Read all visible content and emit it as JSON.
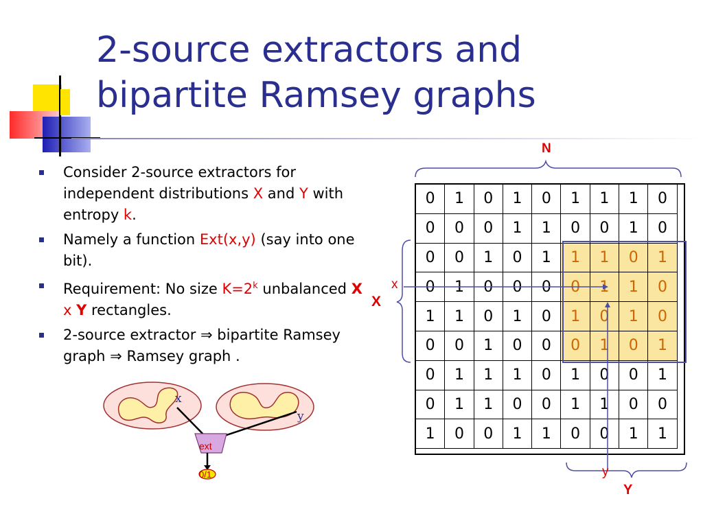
{
  "title": {
    "line1": "2-source extractors and",
    "line2": "bipartite Ramsey graphs"
  },
  "bullets": [
    {
      "t1": "Consider 2-source extractors for independent distributions ",
      "x": "X",
      "t2": " and ",
      "y": "Y",
      "t3": " with entropy ",
      "k": "k",
      "t4": "."
    },
    {
      "t1": "Namely a function ",
      "fn": "Ext(x,y)",
      "t2": " (say into one bit)."
    },
    {
      "t1": "Requirement: No size ",
      "kexpr": "K=2",
      "ksup": "k",
      "t2": " unbalanced ",
      "x": "X",
      "xmid": " x ",
      "y": "Y",
      "t3": " rectangles."
    },
    {
      "t1": "2-source extractor ",
      "arrow1": "⇒",
      "t2": " bipartite Ramsey graph ",
      "arrow2": "⇒",
      "t3": " Ramsey graph ."
    }
  ],
  "diagram": {
    "x_label": "x",
    "y_label": "y",
    "ext_label": "ext",
    "out_label": "0/1"
  },
  "matrix": {
    "n_label": "N",
    "x_big": "X",
    "x_small": "x",
    "y_big": "Y",
    "y_small": "y",
    "rows": [
      [
        "0",
        "1",
        "0",
        "1",
        "0",
        "1",
        "1",
        "1",
        "0"
      ],
      [
        "0",
        "0",
        "0",
        "1",
        "1",
        "0",
        "0",
        "1",
        "0"
      ],
      [
        "0",
        "0",
        "1",
        "0",
        "1",
        "1",
        "1",
        "0",
        "1"
      ],
      [
        "0",
        "1",
        "0",
        "0",
        "0",
        "0",
        "1",
        "1",
        "0"
      ],
      [
        "1",
        "1",
        "0",
        "1",
        "0",
        "1",
        "0",
        "1",
        "0"
      ],
      [
        "0",
        "0",
        "1",
        "0",
        "0",
        "0",
        "1",
        "0",
        "1"
      ],
      [
        "0",
        "1",
        "1",
        "1",
        "0",
        "1",
        "0",
        "0",
        "1"
      ],
      [
        "0",
        "1",
        "1",
        "0",
        "0",
        "1",
        "1",
        "0",
        "0"
      ],
      [
        "1",
        "0",
        "0",
        "1",
        "1",
        "0",
        "0",
        "1",
        "1"
      ]
    ],
    "highlight": {
      "row_start": 2,
      "row_end": 5,
      "col_start": 5,
      "col_end": 8
    }
  },
  "colors": {
    "title": "#2a2f8f",
    "accent_red": "#e00000",
    "highlight_fill": "#fae6a0",
    "highlight_border": "#4d4da6",
    "deco_yellow": "#ffe400",
    "deco_blue": "#2323c8",
    "deco_red": "#ff3030"
  }
}
